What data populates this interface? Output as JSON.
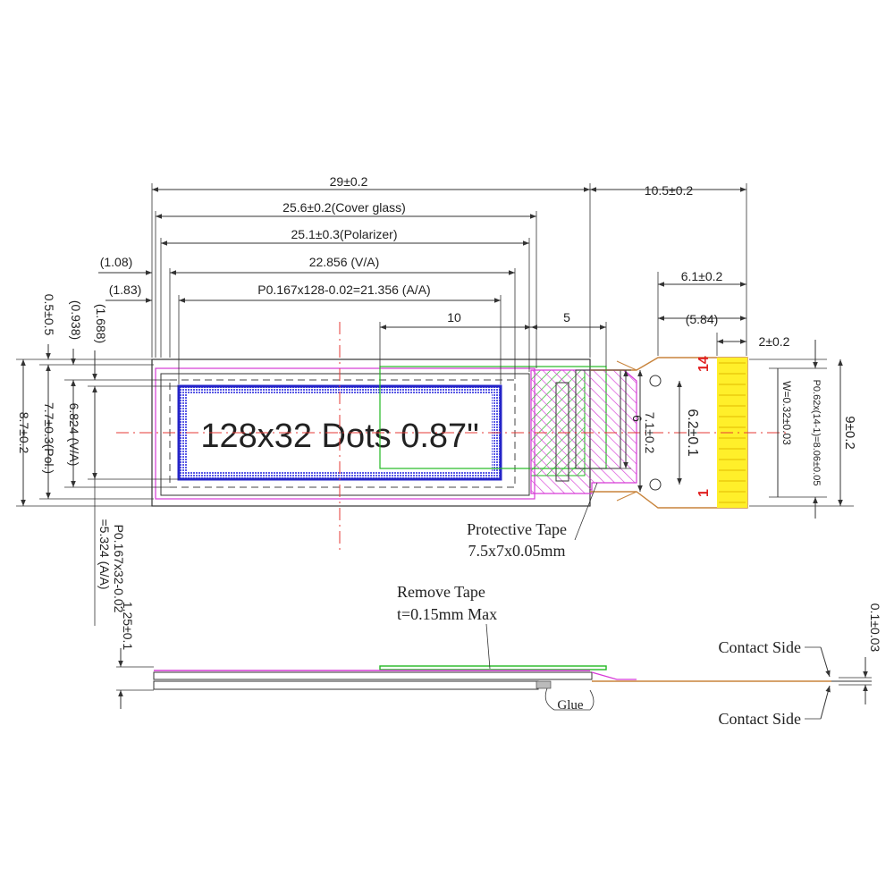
{
  "colors": {
    "background": "#ffffff",
    "line": "#333333",
    "cover_glass": "#d63ad6",
    "dots_frame": "#2424c8",
    "dots_fill": "#5a5ae6",
    "remove_tape": "#22b922",
    "protective_tape": "#d63ad6",
    "centerline": "#e53935",
    "fpc": "#c8843c",
    "contacts": "#ffef2a",
    "pin_label": "#e02020"
  },
  "display_text": "128x32 Dots 0.87\"",
  "top_dims": {
    "overall": "29±0.2",
    "cover_glass": "25.6±0.2(Cover glass)",
    "polarizer": "25.1±0.3(Polarizer)",
    "va": "22.856 (V/A)",
    "aa": "P0.167x128-0.02=21.356 (A/A)",
    "offset_108": "(1.08)",
    "offset_183": "(1.83)",
    "d10": "10",
    "d5": "5",
    "fpc_len": "10.5±0.2",
    "fpc_61": "6.1±0.2",
    "fpc_584": "(5.84)",
    "fpc_2": "2±0.2"
  },
  "left_dims": {
    "d05": "0.5±0.5",
    "d0938": "(0.938)",
    "d1688": "(1.688)",
    "pol": "7.7±0.3(Pol.)",
    "va": "6.824 (V/A)",
    "overall": "8.7±0.2",
    "aa": "P0.167x32-0.02",
    "aa_result": "=5.324 (A/A)",
    "thickness": "1.25±0.1"
  },
  "right_dims": {
    "d6": "6",
    "d71": "7.1±0.2",
    "d62": "6.2±0.1",
    "pitch": "P0.62x(14-1)=8.06±0.05",
    "width": "W=0.32±0.03",
    "overall": "9±0.2",
    "tail_thickness": "0.1±0.03"
  },
  "pins": {
    "first": "1",
    "last": "14"
  },
  "labels": {
    "protective_tape_1": "Protective Tape",
    "protective_tape_2": "7.5x7x0.05mm",
    "remove_tape_1": "Remove Tape",
    "remove_tape_2": "t=0.15mm Max",
    "glue": "Glue",
    "contact_side_top": "Contact Side",
    "contact_side_bottom": "Contact Side"
  }
}
